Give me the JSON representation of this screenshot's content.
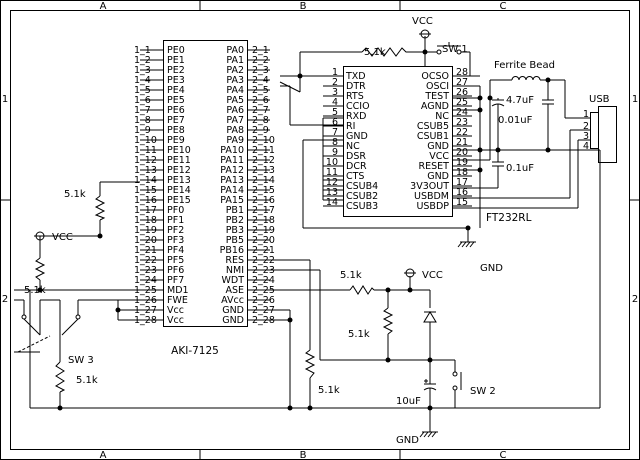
{
  "frame": {
    "top_cols": [
      "A",
      "B",
      "C"
    ],
    "bottom_cols": [
      "A",
      "B",
      "C"
    ],
    "left_rows": [
      "1",
      "2"
    ],
    "right_rows": [
      "1",
      "2"
    ]
  },
  "aki": {
    "name": "AKI-7125",
    "left_pins": [
      "1_1",
      "1_2",
      "1_3",
      "1_4",
      "1_5",
      "1_6",
      "1_7",
      "1_8",
      "1_9",
      "1_10",
      "1_11",
      "1_12",
      "1_13",
      "1_14",
      "1_15",
      "1_16",
      "1_17",
      "1_18",
      "1_19",
      "1_20",
      "1_21",
      "1_22",
      "1_23",
      "1_24",
      "1_25",
      "1_26",
      "1_27",
      "1_28"
    ],
    "left_names": [
      "PE0",
      "PE1",
      "PE2",
      "PE3",
      "PE4",
      "PE5",
      "PE6",
      "PE7",
      "PE8",
      "PE9",
      "PE10",
      "PE11",
      "PE12",
      "PE13",
      "PE14",
      "PE15",
      "PF0",
      "PF1",
      "PF2",
      "PF3",
      "PF4",
      "PF5",
      "PF6",
      "PF7",
      "MD1",
      "FWE",
      "Vcc",
      "Vcc"
    ],
    "right_names": [
      "PA0",
      "PA1",
      "PA2",
      "PA3",
      "PA4",
      "PA5",
      "PA6",
      "PA7",
      "PA8",
      "PA9",
      "PA10",
      "PA11",
      "PA12",
      "PA13",
      "PA14",
      "PA15",
      "PB1",
      "PB2",
      "PB3",
      "PB5",
      "PB16",
      "RES",
      "NMI",
      "WDT",
      "ASE",
      "AVcc",
      "GND",
      "GND"
    ],
    "right_pins": [
      "2_1",
      "2_2",
      "2_3",
      "2_4",
      "2_5",
      "2_6",
      "2_7",
      "2_8",
      "2_9",
      "2_10",
      "2_11",
      "2_12",
      "2_13",
      "2_14",
      "2_15",
      "2_16",
      "2_17",
      "2_18",
      "2_19",
      "2_20",
      "2_21",
      "2_22",
      "2_23",
      "2_24",
      "2_25",
      "2_26",
      "2_27",
      "2_28"
    ]
  },
  "ft": {
    "name": "FT232RL",
    "left_nums": [
      "1",
      "2",
      "3",
      "4",
      "5",
      "6",
      "7",
      "8",
      "9",
      "10",
      "11",
      "12",
      "13",
      "14"
    ],
    "left_names": [
      "TXD",
      "DTR",
      "RTS",
      "CCIO",
      "RXD",
      "RI",
      "GND",
      "NC",
      "DSR",
      "DCR",
      "CTS",
      "CSUB4",
      "CSUB2",
      "CSUB3"
    ],
    "right_names": [
      "OCSO",
      "OSCI",
      "TEST",
      "AGND",
      "NC",
      "CSUB5",
      "CSUB1",
      "GND",
      "VCC",
      "RESET",
      "GND",
      "3V3OUT",
      "USBDM",
      "USBDP"
    ],
    "right_nums": [
      "28",
      "27",
      "26",
      "25",
      "24",
      "23",
      "22",
      "21",
      "20",
      "19",
      "18",
      "17",
      "16",
      "15"
    ]
  },
  "labels": {
    "vcc1": "VCC",
    "vcc2": "VCC",
    "vcc3": "VCC",
    "gnd1": "GND",
    "gnd2": "GND",
    "sw1": "SW 1",
    "sw2": "SW 2",
    "sw3": "SW 3",
    "ferrite": "Ferrite Bead",
    "usb": "USB",
    "usb_pins": [
      "1",
      "2",
      "3",
      "4"
    ],
    "c1": "4.7uF",
    "c2": "0.01uF",
    "c3": "0.1uF",
    "c4": "10uF",
    "r_sw1": "5.1k",
    "r_pe14": "5.1k",
    "r_left": "5.1k",
    "r_sw3": "5.1k",
    "r_res": "5.1k",
    "r_mid": "5.1k",
    "r_pb16": "5.1k"
  }
}
